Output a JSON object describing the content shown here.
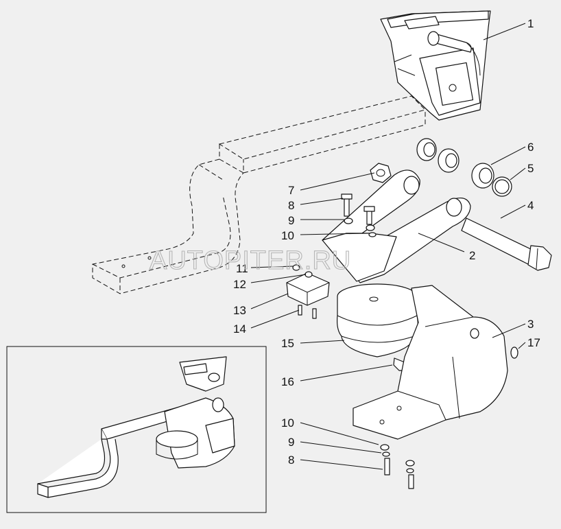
{
  "watermark": "AUTOPITER.RU",
  "callouts": [
    {
      "id": "c1",
      "label": "1"
    },
    {
      "id": "c2",
      "label": "2"
    },
    {
      "id": "c3",
      "label": "3"
    },
    {
      "id": "c4",
      "label": "4"
    },
    {
      "id": "c5",
      "label": "5"
    },
    {
      "id": "c6",
      "label": "6"
    },
    {
      "id": "c7",
      "label": "7"
    },
    {
      "id": "c8a",
      "label": "8"
    },
    {
      "id": "c9a",
      "label": "9"
    },
    {
      "id": "c10a",
      "label": "10"
    },
    {
      "id": "c11",
      "label": "11"
    },
    {
      "id": "c12",
      "label": "12"
    },
    {
      "id": "c13",
      "label": "13"
    },
    {
      "id": "c14",
      "label": "14"
    },
    {
      "id": "c15",
      "label": "15"
    },
    {
      "id": "c16",
      "label": "16"
    },
    {
      "id": "c17",
      "label": "17"
    },
    {
      "id": "c10b",
      "label": "10"
    },
    {
      "id": "c9b",
      "label": "9"
    },
    {
      "id": "c8b",
      "label": "8"
    }
  ]
}
